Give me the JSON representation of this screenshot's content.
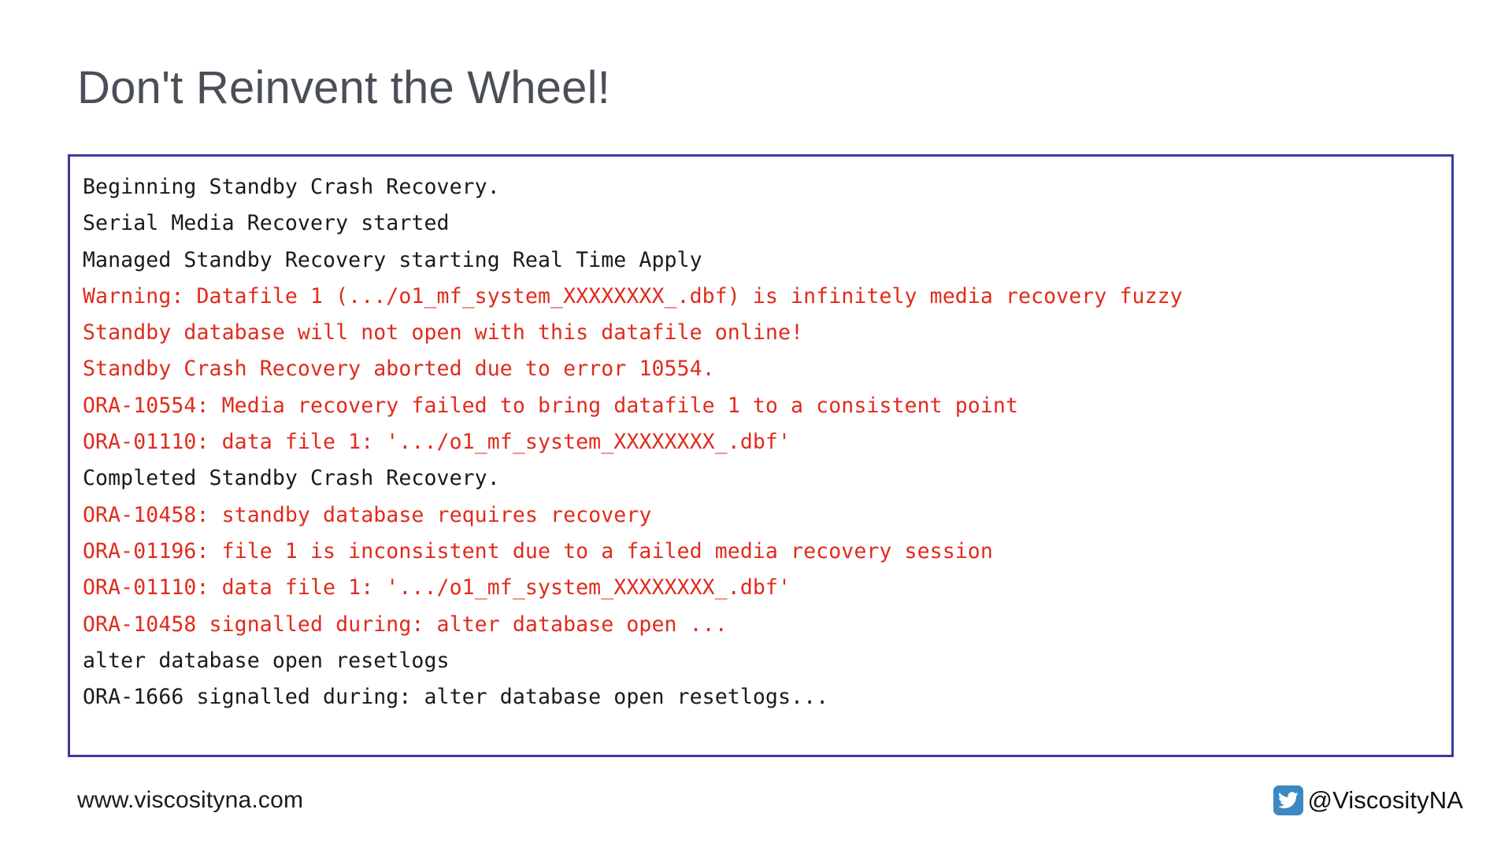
{
  "slide": {
    "title": "Don't Reinvent the Wheel!",
    "title_color": "#4a4e58",
    "background_color": "#ffffff"
  },
  "code_block": {
    "border_color": "#3b3b9e",
    "normal_text_color": "#1a1a1a",
    "error_text_color": "#e02b1d",
    "lines": [
      {
        "text": "Beginning Standby Crash Recovery.",
        "type": "normal"
      },
      {
        "text": "Serial Media Recovery started",
        "type": "normal"
      },
      {
        "text": "Managed Standby Recovery starting Real Time Apply",
        "type": "normal"
      },
      {
        "text": "Warning: Datafile 1 (.../o1_mf_system_XXXXXXXX_.dbf) is infinitely media recovery fuzzy",
        "type": "error"
      },
      {
        "text": "Standby database will not open with this datafile online!",
        "type": "error"
      },
      {
        "text": "Standby Crash Recovery aborted due to error 10554.",
        "type": "error"
      },
      {
        "text": "ORA-10554: Media recovery failed to bring datafile 1 to a consistent point",
        "type": "error"
      },
      {
        "text": "ORA-01110: data file 1: '.../o1_mf_system_XXXXXXXX_.dbf'",
        "type": "error"
      },
      {
        "text": "Completed Standby Crash Recovery.",
        "type": "normal"
      },
      {
        "text": "ORA-10458: standby database requires recovery",
        "type": "error"
      },
      {
        "text": "ORA-01196: file 1 is inconsistent due to a failed media recovery session",
        "type": "error"
      },
      {
        "text": "ORA-01110: data file 1: '.../o1_mf_system_XXXXXXXX_.dbf'",
        "type": "error"
      },
      {
        "text": "ORA-10458 signalled during: alter database open ...",
        "type": "error"
      },
      {
        "text": "alter database open resetlogs",
        "type": "normal"
      },
      {
        "text": "ORA-1666 signalled during: alter database open resetlogs...",
        "type": "normal"
      }
    ]
  },
  "footer": {
    "website": "www.viscosityna.com",
    "social_handle": "@ViscosityNA",
    "social_icon": "twitter-icon",
    "social_icon_color": "#3b88c3"
  }
}
